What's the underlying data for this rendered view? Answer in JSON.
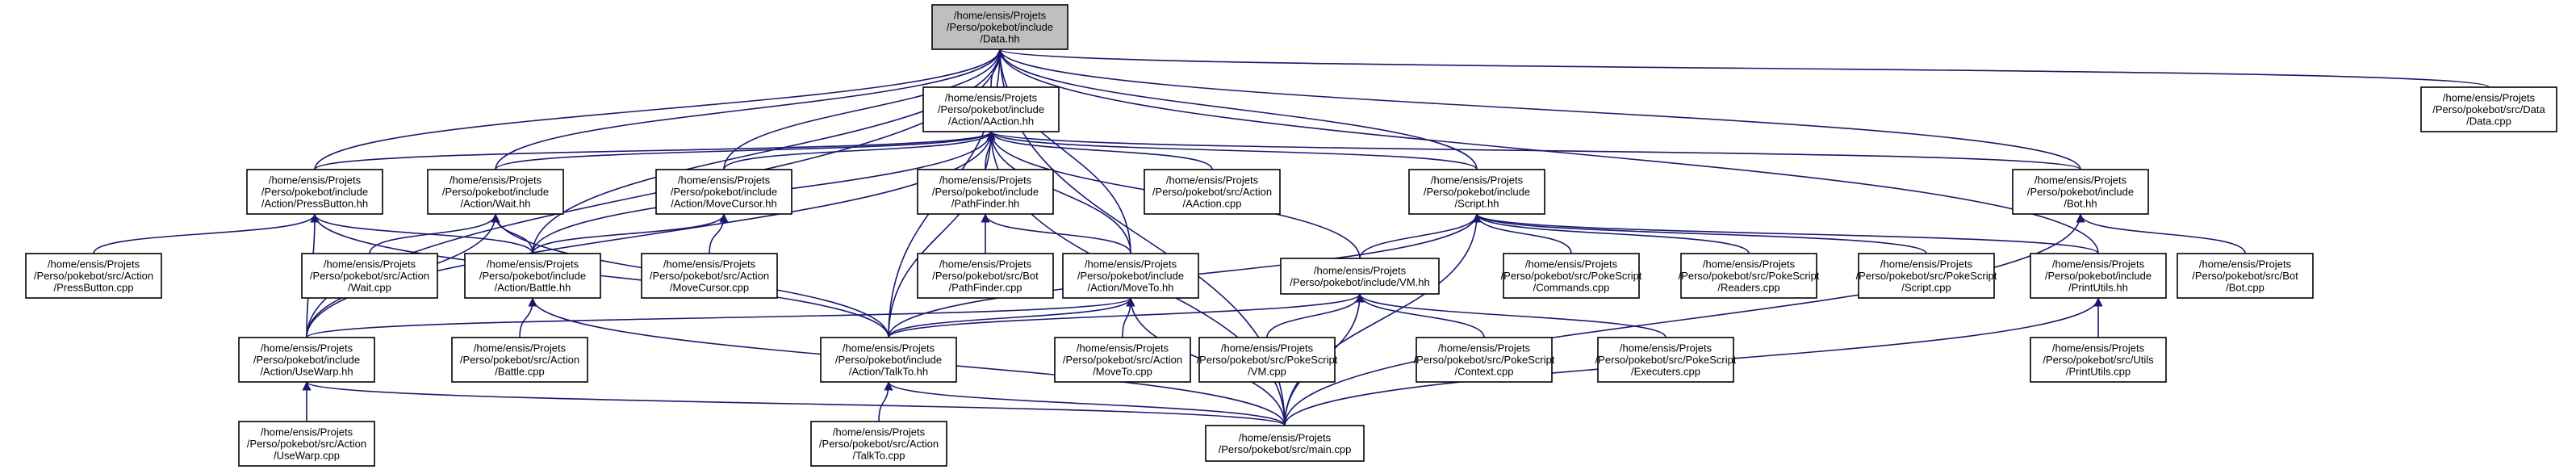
{
  "graph": {
    "edge_color": "#191970",
    "root_fill": "#bfbfbf",
    "nodes": [
      {
        "id": "data_hh",
        "lines": [
          "/home/ensis/Projets",
          "/Perso/pokebot/include",
          "/Data.hh"
        ],
        "root": true
      },
      {
        "id": "aaction_hh",
        "lines": [
          "/home/ensis/Projets",
          "/Perso/pokebot/include",
          "/Action/AAction.hh"
        ]
      },
      {
        "id": "data_cpp",
        "lines": [
          "/home/ensis/Projets",
          "/Perso/pokebot/src/Data",
          "/Data.cpp"
        ]
      },
      {
        "id": "pressbutton_hh",
        "lines": [
          "/home/ensis/Projets",
          "/Perso/pokebot/include",
          "/Action/PressButton.hh"
        ]
      },
      {
        "id": "wait_hh",
        "lines": [
          "/home/ensis/Projets",
          "/Perso/pokebot/include",
          "/Action/Wait.hh"
        ]
      },
      {
        "id": "movecursor_hh",
        "lines": [
          "/home/ensis/Projets",
          "/Perso/pokebot/include",
          "/Action/MoveCursor.hh"
        ]
      },
      {
        "id": "pathfinder_hh",
        "lines": [
          "/home/ensis/Projets",
          "/Perso/pokebot/include",
          "/PathFinder.hh"
        ]
      },
      {
        "id": "aaction_cpp",
        "lines": [
          "/home/ensis/Projets",
          "/Perso/pokebot/src/Action",
          "/AAction.cpp"
        ]
      },
      {
        "id": "script_hh",
        "lines": [
          "/home/ensis/Projets",
          "/Perso/pokebot/include",
          "/Script.hh"
        ]
      },
      {
        "id": "bot_hh",
        "lines": [
          "/home/ensis/Projets",
          "/Perso/pokebot/include",
          "/Bot.hh"
        ]
      },
      {
        "id": "pressbutton_cpp",
        "lines": [
          "/home/ensis/Projets",
          "/Perso/pokebot/src/Action",
          "/PressButton.cpp"
        ]
      },
      {
        "id": "wait_cpp",
        "lines": [
          "/home/ensis/Projets",
          "/Perso/pokebot/src/Action",
          "/Wait.cpp"
        ]
      },
      {
        "id": "battle_hh",
        "lines": [
          "/home/ensis/Projets",
          "/Perso/pokebot/include",
          "/Action/Battle.hh"
        ]
      },
      {
        "id": "movecursor_cpp",
        "lines": [
          "/home/ensis/Projets",
          "/Perso/pokebot/src/Action",
          "/MoveCursor.cpp"
        ]
      },
      {
        "id": "pathfinder_cpp",
        "lines": [
          "/home/ensis/Projets",
          "/Perso/pokebot/src/Bot",
          "/PathFinder.cpp"
        ]
      },
      {
        "id": "moveto_hh",
        "lines": [
          "/home/ensis/Projets",
          "/Perso/pokebot/include",
          "/Action/MoveTo.hh"
        ]
      },
      {
        "id": "vm_hh",
        "lines": [
          "/home/ensis/Projets",
          "/Perso/pokebot/include/VM.hh"
        ]
      },
      {
        "id": "commands_cpp",
        "lines": [
          "/home/ensis/Projets",
          "/Perso/pokebot/src/PokeScript",
          "/Commands.cpp"
        ]
      },
      {
        "id": "readers_cpp",
        "lines": [
          "/home/ensis/Projets",
          "/Perso/pokebot/src/PokeScript",
          "/Readers.cpp"
        ]
      },
      {
        "id": "script_cpp",
        "lines": [
          "/home/ensis/Projets",
          "/Perso/pokebot/src/PokeScript",
          "/Script.cpp"
        ]
      },
      {
        "id": "printutils_hh",
        "lines": [
          "/home/ensis/Projets",
          "/Perso/pokebot/include",
          "/PrintUtils.hh"
        ]
      },
      {
        "id": "bot_cpp",
        "lines": [
          "/home/ensis/Projets",
          "/Perso/pokebot/src/Bot",
          "/Bot.cpp"
        ]
      },
      {
        "id": "usewarp_hh",
        "lines": [
          "/home/ensis/Projets",
          "/Perso/pokebot/include",
          "/Action/UseWarp.hh"
        ]
      },
      {
        "id": "battle_cpp",
        "lines": [
          "/home/ensis/Projets",
          "/Perso/pokebot/src/Action",
          "/Battle.cpp"
        ]
      },
      {
        "id": "talkto_hh",
        "lines": [
          "/home/ensis/Projets",
          "/Perso/pokebot/include",
          "/Action/TalkTo.hh"
        ]
      },
      {
        "id": "moveto_cpp",
        "lines": [
          "/home/ensis/Projets",
          "/Perso/pokebot/src/Action",
          "/MoveTo.cpp"
        ]
      },
      {
        "id": "vm_cpp",
        "lines": [
          "/home/ensis/Projets",
          "/Perso/pokebot/src/PokeScript",
          "/VM.cpp"
        ]
      },
      {
        "id": "context_cpp",
        "lines": [
          "/home/ensis/Projets",
          "/Perso/pokebot/src/PokeScript",
          "/Context.cpp"
        ]
      },
      {
        "id": "executers_cpp",
        "lines": [
          "/home/ensis/Projets",
          "/Perso/pokebot/src/PokeScript",
          "/Executers.cpp"
        ]
      },
      {
        "id": "printutils_cpp",
        "lines": [
          "/home/ensis/Projets",
          "/Perso/pokebot/src/Utils",
          "/PrintUtils.cpp"
        ]
      },
      {
        "id": "usewarp_cpp",
        "lines": [
          "/home/ensis/Projets",
          "/Perso/pokebot/src/Action",
          "/UseWarp.cpp"
        ]
      },
      {
        "id": "main_cpp",
        "lines": [
          "/home/ensis/Projets",
          "/Perso/pokebot/src/main.cpp"
        ]
      },
      {
        "id": "talkto_cpp",
        "lines": [
          "/home/ensis/Projets",
          "/Perso/pokebot/src/Action",
          "/TalkTo.cpp"
        ]
      }
    ],
    "edges": [
      [
        "aaction_hh",
        "data_hh"
      ],
      [
        "data_cpp",
        "data_hh"
      ],
      [
        "pressbutton_hh",
        "data_hh"
      ],
      [
        "wait_hh",
        "data_hh"
      ],
      [
        "movecursor_hh",
        "data_hh"
      ],
      [
        "script_hh",
        "data_hh"
      ],
      [
        "bot_hh",
        "data_hh"
      ],
      [
        "battle_hh",
        "data_hh"
      ],
      [
        "moveto_hh",
        "data_hh"
      ],
      [
        "printutils_hh",
        "data_hh"
      ],
      [
        "usewarp_hh",
        "data_hh"
      ],
      [
        "talkto_hh",
        "data_hh"
      ],
      [
        "main_cpp",
        "data_hh"
      ],
      [
        "pressbutton_hh",
        "aaction_hh"
      ],
      [
        "wait_hh",
        "aaction_hh"
      ],
      [
        "movecursor_hh",
        "aaction_hh"
      ],
      [
        "pathfinder_hh",
        "aaction_hh"
      ],
      [
        "aaction_cpp",
        "aaction_hh"
      ],
      [
        "script_hh",
        "aaction_hh"
      ],
      [
        "bot_hh",
        "aaction_hh"
      ],
      [
        "battle_hh",
        "aaction_hh"
      ],
      [
        "moveto_hh",
        "aaction_hh"
      ],
      [
        "vm_hh",
        "aaction_hh"
      ],
      [
        "usewarp_hh",
        "aaction_hh"
      ],
      [
        "talkto_hh",
        "aaction_hh"
      ],
      [
        "main_cpp",
        "aaction_hh"
      ],
      [
        "pressbutton_cpp",
        "pressbutton_hh"
      ],
      [
        "battle_hh",
        "pressbutton_hh"
      ],
      [
        "usewarp_hh",
        "pressbutton_hh"
      ],
      [
        "talkto_hh",
        "pressbutton_hh"
      ],
      [
        "wait_cpp",
        "wait_hh"
      ],
      [
        "battle_hh",
        "wait_hh"
      ],
      [
        "usewarp_hh",
        "wait_hh"
      ],
      [
        "talkto_hh",
        "wait_hh"
      ],
      [
        "movecursor_cpp",
        "movecursor_hh"
      ],
      [
        "battle_hh",
        "movecursor_hh"
      ],
      [
        "pathfinder_cpp",
        "pathfinder_hh"
      ],
      [
        "moveto_hh",
        "pathfinder_hh"
      ],
      [
        "vm_hh",
        "script_hh"
      ],
      [
        "commands_cpp",
        "script_hh"
      ],
      [
        "readers_cpp",
        "script_hh"
      ],
      [
        "script_cpp",
        "script_hh"
      ],
      [
        "printutils_hh",
        "script_hh"
      ],
      [
        "talkto_hh",
        "script_hh"
      ],
      [
        "main_cpp",
        "script_hh"
      ],
      [
        "bot_cpp",
        "bot_hh"
      ],
      [
        "main_cpp",
        "bot_hh"
      ],
      [
        "battle_cpp",
        "battle_hh"
      ],
      [
        "main_cpp",
        "battle_hh"
      ],
      [
        "usewarp_hh",
        "moveto_hh"
      ],
      [
        "talkto_hh",
        "moveto_hh"
      ],
      [
        "moveto_cpp",
        "moveto_hh"
      ],
      [
        "main_cpp",
        "moveto_hh"
      ],
      [
        "talkto_hh",
        "vm_hh"
      ],
      [
        "vm_cpp",
        "vm_hh"
      ],
      [
        "context_cpp",
        "vm_hh"
      ],
      [
        "executers_cpp",
        "vm_hh"
      ],
      [
        "main_cpp",
        "vm_hh"
      ],
      [
        "printutils_cpp",
        "printutils_hh"
      ],
      [
        "main_cpp",
        "printutils_hh"
      ],
      [
        "usewarp_cpp",
        "usewarp_hh"
      ],
      [
        "main_cpp",
        "usewarp_hh"
      ],
      [
        "talkto_cpp",
        "talkto_hh"
      ],
      [
        "main_cpp",
        "talkto_hh"
      ]
    ]
  }
}
